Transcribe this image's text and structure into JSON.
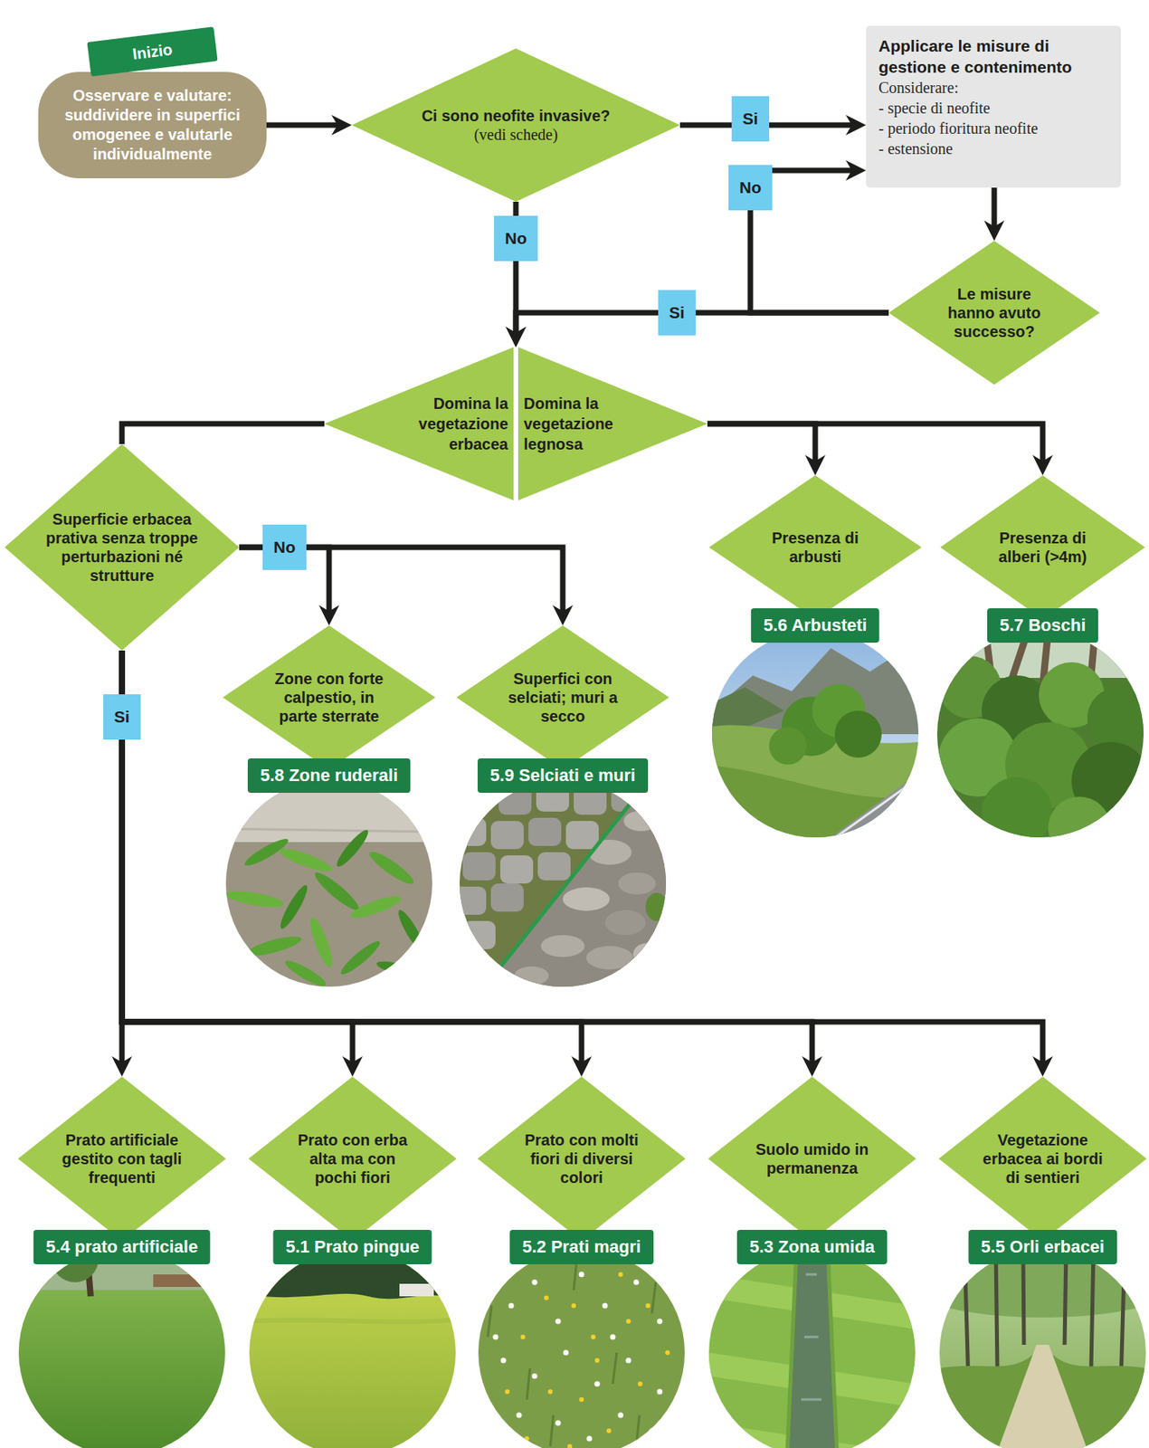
{
  "diagram": {
    "nodes": [
      {
        "text": [
          "Inizio",
          "Osservare e valutare: suddividere in superfici omogenee e valutarle individualmente"
        ]
      },
      {
        "text": [
          "Ci sono neofite invasive?",
          "(vedi schede)"
        ]
      },
      {
        "text": [
          "Applicare le misure di gestione e contenimento",
          "Considerare:",
          "- specie di neofite",
          "- periodo fioritura neofite",
          "- estensione"
        ]
      },
      {
        "text": [
          "Le misure hanno avuto successo?"
        ]
      },
      {
        "text": [
          "Domina la vegetazione erbacea",
          "Domina la vegetazione legnosa"
        ]
      },
      {
        "text": [
          "Superficie erbacea prativa senza troppe perturbazioni né strutture"
        ]
      },
      {
        "text": [
          "Presenza di arbusti",
          "5.6 Arbusteti"
        ]
      },
      {
        "text": [
          "Presenza di alberi (>4m)",
          "5.7 Boschi"
        ]
      },
      {
        "text": [
          "Zone con forte calpestio, in parte sterrate",
          "5.8 Zone ruderali"
        ]
      },
      {
        "text": [
          "Superfici con selciati; muri a secco",
          "5.9 Selciati e muri"
        ]
      },
      {
        "text": [
          "Prato artificiale gestito con tagli frequenti",
          "5.4 prato artificiale"
        ]
      },
      {
        "text": [
          "Prato con erba alta ma con pochi fiori",
          "5.1 Prato pingue"
        ]
      },
      {
        "text": [
          "Prato con molti fiori di diversi colori",
          "5.2 Prati magri"
        ]
      },
      {
        "text": [
          "Suolo umido in permanenza",
          "5.3 Zona umida"
        ]
      },
      {
        "text": [
          "Vegetazione erbacea ai bordi di sentieri",
          "5.5 Orli erbacei"
        ]
      }
    ],
    "edges": [
      {
        "from": 0,
        "to": 1,
        "arrow": "to"
      },
      {
        "from": 1,
        "to": 2,
        "label": "Si",
        "arrow": "to"
      },
      {
        "from": 1,
        "to": 4,
        "label": "No",
        "arrow": "to"
      },
      {
        "from": 2,
        "to": 3,
        "arrow": "to"
      },
      {
        "from": 3,
        "to": 2,
        "label": "No",
        "arrow": "to"
      },
      {
        "from": 3,
        "to": 4,
        "label": "Si",
        "arrow": "to"
      },
      {
        "from": 4,
        "to": 5,
        "arrow": "none"
      },
      {
        "from": 4,
        "to": 6,
        "arrow": "to"
      },
      {
        "from": 4,
        "to": 7,
        "arrow": "to"
      },
      {
        "from": 5,
        "to": 8,
        "label": "No",
        "arrow": "to"
      },
      {
        "from": 5,
        "to": 9,
        "arrow": "to"
      },
      {
        "from": 5,
        "to": 10,
        "label": "Si",
        "arrow": "to"
      },
      {
        "from": 5,
        "to": 11,
        "arrow": "to"
      },
      {
        "from": 5,
        "to": 12,
        "arrow": "to"
      },
      {
        "from": 5,
        "to": 13,
        "arrow": "to"
      },
      {
        "from": 5,
        "to": 14,
        "arrow": "to"
      }
    ]
  }
}
